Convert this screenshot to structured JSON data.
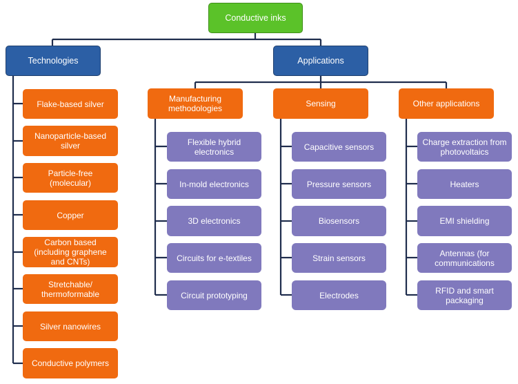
{
  "colors": {
    "root": "#5bc229",
    "level1": "#2c5fa5",
    "category": "#f06a10",
    "item": "#8079bd",
    "connector": "#1f2d4d"
  },
  "root": {
    "label": "Conductive inks"
  },
  "technologies": {
    "label": "Technologies",
    "items": [
      "Flake-based silver",
      "Nanoparticle-based silver",
      "Particle-free (molecular)",
      "Copper",
      "Carbon based (including graphene and CNTs)",
      "Stretchable/ thermoformable",
      "Silver nanowires",
      "Conductive polymers"
    ]
  },
  "applications": {
    "label": "Applications",
    "groups": [
      {
        "label": "Manufacturing methodologies",
        "items": [
          "Flexible hybrid electronics",
          "In-mold electronics",
          "3D electronics",
          "Circuits for e-textiles",
          "Circuit prototyping"
        ]
      },
      {
        "label": "Sensing",
        "items": [
          "Capacitive sensors",
          "Pressure sensors",
          "Biosensors",
          "Strain sensors",
          "Electrodes"
        ]
      },
      {
        "label": "Other applications",
        "items": [
          "Charge extraction from photovoltaics",
          "Heaters",
          "EMI shielding",
          "Antennas (for communications",
          "RFID and smart packaging"
        ]
      }
    ]
  }
}
